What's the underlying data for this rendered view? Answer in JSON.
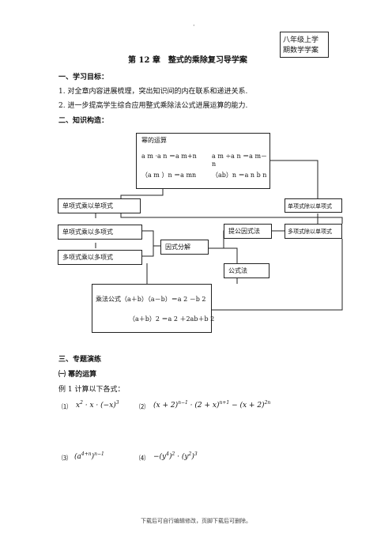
{
  "top_dot": "·",
  "tag_box": {
    "line1": "八年级上学",
    "line2": "期数学学案"
  },
  "title": "第 12 章　整式的乘除复习导学案",
  "sections": {
    "s1": "一、学习目标：",
    "goal1": "1. 对全章内容进展梳理，突出知识间的内在联系和递进关系.",
    "goal2": "2. 进一步提高学生综合应用整式乘除法公式进展运算的能力.",
    "s2": "二、知识构造：",
    "s3": "三、专题演练",
    "sub1": "㈠ 幂的运算",
    "example": "例 1  计算以下各式："
  },
  "diagram": {
    "power_title": "幂的运算",
    "f1": "a m ·a n ＝a m+n",
    "f2": "a m ÷a n ＝a m－n",
    "f3": "（a m ）n ＝a mn",
    "f4": "（ab）n ＝a n b n",
    "mono_mono": "单项式乘以单项式",
    "mono_poly": "单项式乘以多项式",
    "poly_poly": "多项式乘以多项式",
    "factorize": "因式分解",
    "common_factor": "提公因式法",
    "formula_method": "公式法",
    "mono_div_mono": "单项式除以单项式",
    "poly_div_mono": "多项式除以单项式",
    "mult_formula_1": "乘法公式（a＋b）（a－b）＝a 2 －b 2",
    "mult_formula_2": "（a＋b）2 ＝a 2 ＋2ab＋b 2"
  },
  "problems": {
    "p1_num": "⑴",
    "p2_num": "⑵",
    "p3_num": "⑶",
    "p4_num": "⑷"
  },
  "footer": "下载后可自行编辑修改，页脚下载后可删除。"
}
